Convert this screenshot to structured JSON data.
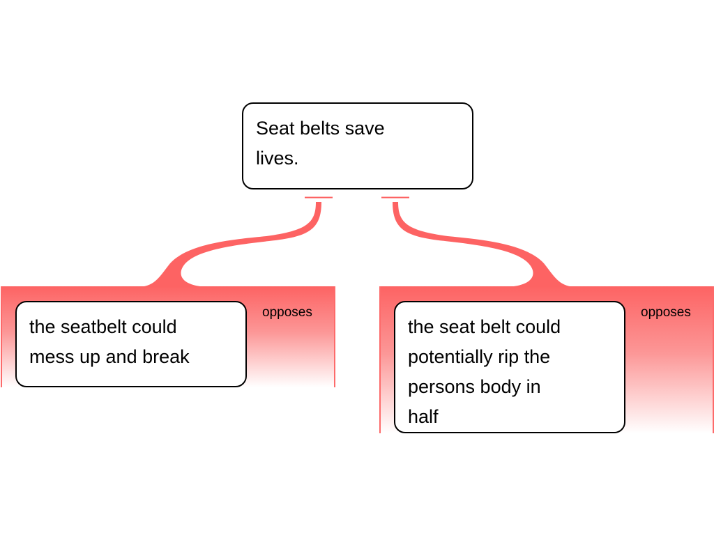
{
  "colors": {
    "accent": "#fd6363",
    "text": "#000000"
  },
  "claim": {
    "lines": [
      "Seat belts save",
      "lives."
    ]
  },
  "objections": [
    {
      "relation": "opposes",
      "lines": [
        "the seatbelt could",
        "mess up and break"
      ]
    },
    {
      "relation": "opposes",
      "lines": [
        "the seat belt could",
        "potentially rip the",
        "persons body in",
        "half"
      ]
    }
  ]
}
